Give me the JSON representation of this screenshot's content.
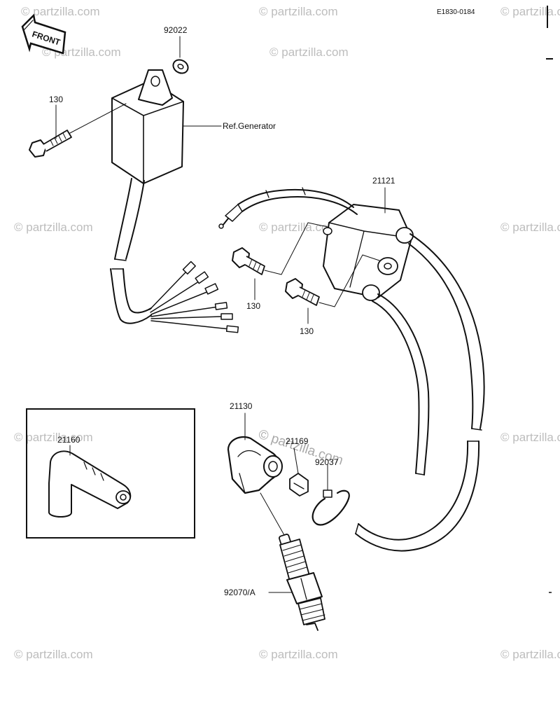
{
  "diagram_code": "E1830-0184",
  "front_label": "FRONT",
  "watermark": "© partzilla.com",
  "callouts": {
    "washer": "92022",
    "bolt_top": "130",
    "ref_generator": "Ref.Generator",
    "ignition_coil": "21121",
    "bolt_mid_left": "130",
    "bolt_mid_right": "130",
    "cap_alt": "21160",
    "cap_main": "21130",
    "clamp": "21169",
    "band": "92037",
    "spark_plug": "92070/A"
  }
}
